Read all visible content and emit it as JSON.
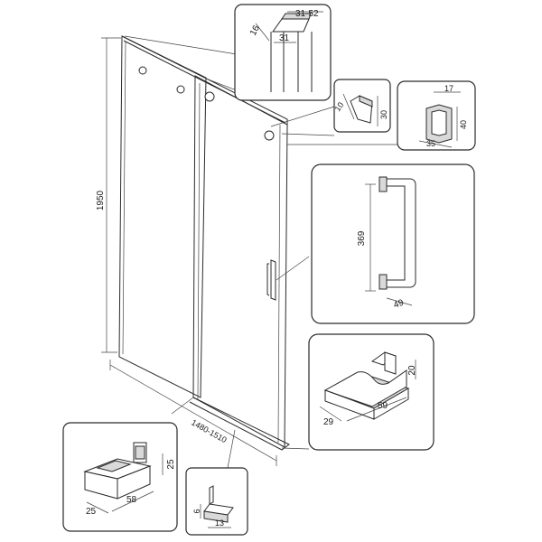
{
  "dimensions": {
    "height": "1950",
    "width_range": "1480-1510",
    "profile_a": "16",
    "profile_b": "31-52",
    "profile_c": "31",
    "roller_a": "10",
    "roller_b": "30",
    "clip_w": "17",
    "clip_h": "40",
    "clip_d": "35",
    "handle_h": "369",
    "handle_d": "49",
    "stopper_h": "20",
    "stopper_d": "29",
    "stopper_w": "59",
    "guide_h": "25",
    "guide_d": "25",
    "guide_w": "58",
    "seal_h": "6",
    "seal_w": "13"
  }
}
